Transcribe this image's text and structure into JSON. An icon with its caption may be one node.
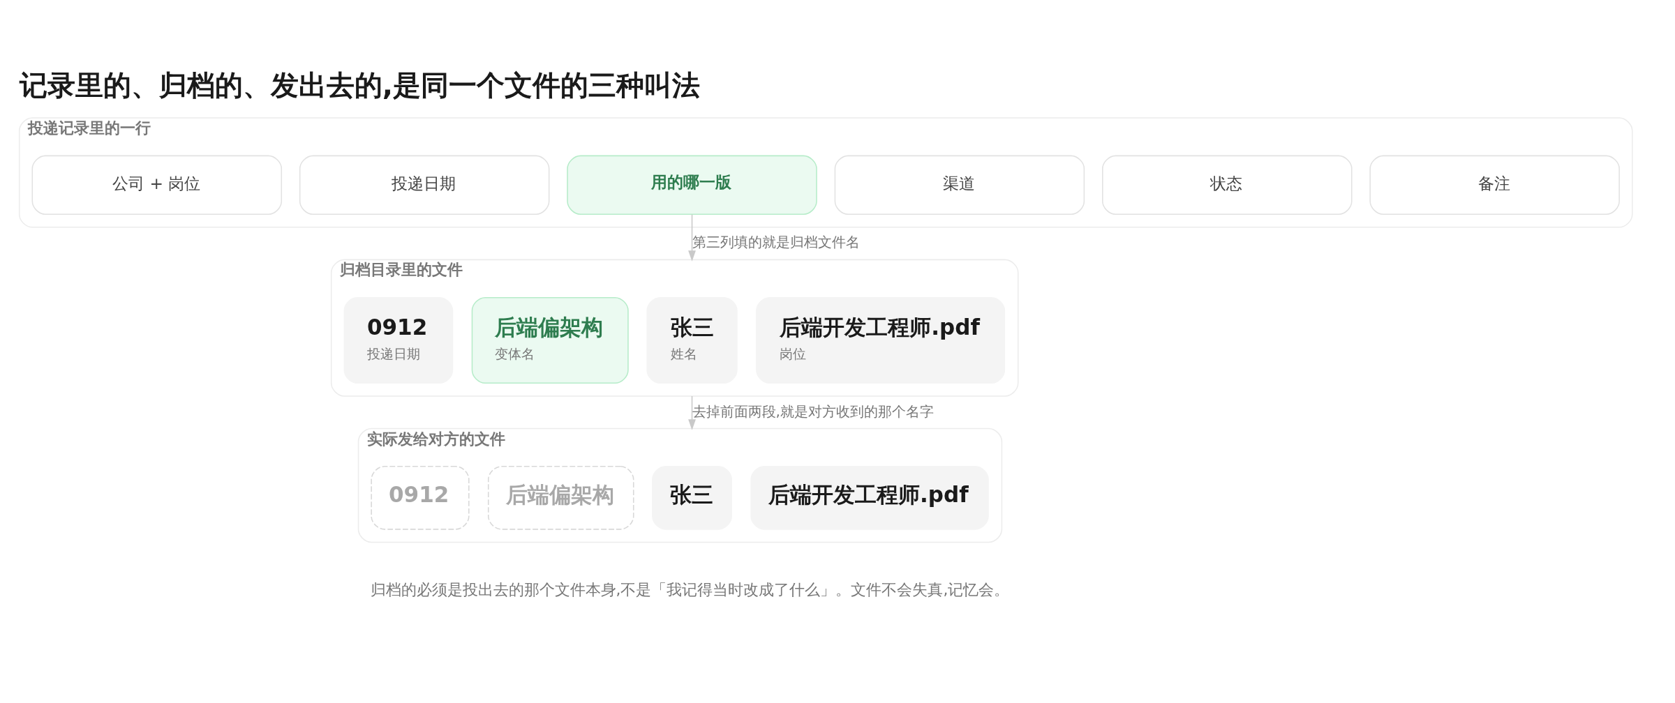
{
  "diagram": {
    "title": "记录里的、归档的、发出去的,是同一个文件的三种叫法",
    "caption": "归档的必须是投出去的那个文件本身,不是「我记得当时改成了什么」。文件不会失真,记忆会。",
    "nodes": [
      {
        "text": [
          "投递记录里的一行"
        ]
      },
      {
        "text": [
          "公司 + 岗位"
        ],
        "in": 0
      },
      {
        "text": [
          "投递日期"
        ],
        "in": 0
      },
      {
        "text": [
          "用的哪一版"
        ],
        "in": 0
      },
      {
        "text": [
          "渠道"
        ],
        "in": 0
      },
      {
        "text": [
          "状态"
        ],
        "in": 0
      },
      {
        "text": [
          "备注"
        ],
        "in": 0
      },
      {
        "text": [
          "归档目录里的文件"
        ]
      },
      {
        "text": [
          "0912",
          "投递日期"
        ],
        "in": 7
      },
      {
        "text": [
          "后端偏架构",
          "变体名"
        ],
        "in": 7
      },
      {
        "text": [
          "张三",
          "姓名"
        ],
        "in": 7
      },
      {
        "text": [
          "后端开发工程师.pdf",
          "岗位"
        ],
        "in": 7
      },
      {
        "text": [
          "实际发给对方的文件"
        ]
      },
      {
        "text": [
          "0912"
        ],
        "in": 12
      },
      {
        "text": [
          "后端偏架构"
        ],
        "in": 12
      },
      {
        "text": [
          "张三"
        ],
        "in": 12
      },
      {
        "text": [
          "后端开发工程师.pdf"
        ],
        "in": 12
      }
    ],
    "edges": [
      {
        "from": 3,
        "to": 7,
        "arrow": "to",
        "label": "第三列填的就是归档文件名"
      },
      {
        "from": 7,
        "to": 12,
        "arrow": "to",
        "label": "去掉前面两段,就是对方收到的那个名字"
      }
    ]
  }
}
